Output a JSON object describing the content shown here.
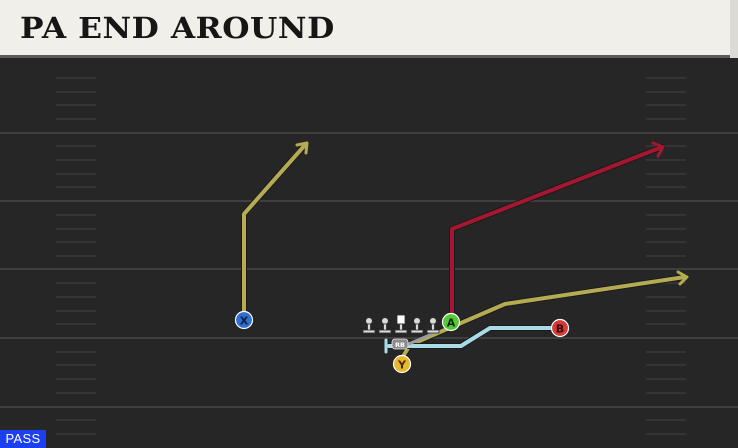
{
  "header": {
    "title": "PA END AROUND"
  },
  "badge": {
    "label": "PASS"
  },
  "players": {
    "X": "X",
    "A": "A",
    "B": "B",
    "Y": "Y",
    "RB": "RB"
  },
  "colors": {
    "route_yellow": "#b4ab52",
    "route_red": "#a51730",
    "route_blue": "#a9dbe9",
    "route_gray": "#9c9c9c",
    "x_badge": "#2f6fd0",
    "a_badge": "#55c83a",
    "b_badge": "#d33a3a",
    "y_badge": "#e8b72c",
    "pass_badge": "#1c3ff0"
  }
}
